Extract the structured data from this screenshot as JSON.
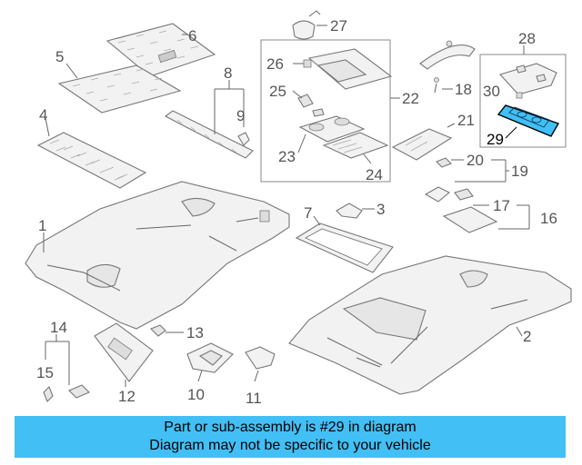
{
  "diagram": {
    "labels": [
      "1",
      "2",
      "3",
      "4",
      "5",
      "6",
      "7",
      "8",
      "9",
      "10",
      "11",
      "12",
      "13",
      "14",
      "15",
      "16",
      "17",
      "18",
      "19",
      "20",
      "21",
      "22",
      "23",
      "24",
      "25",
      "26",
      "27",
      "28",
      "29",
      "30"
    ],
    "highlighted_part": "29",
    "highlight_color": "#42bff5"
  },
  "banner": {
    "line1": "Part or sub-assembly is #29 in diagram",
    "line2": "Diagram may not be specific to your vehicle",
    "color": "#42bff5"
  }
}
